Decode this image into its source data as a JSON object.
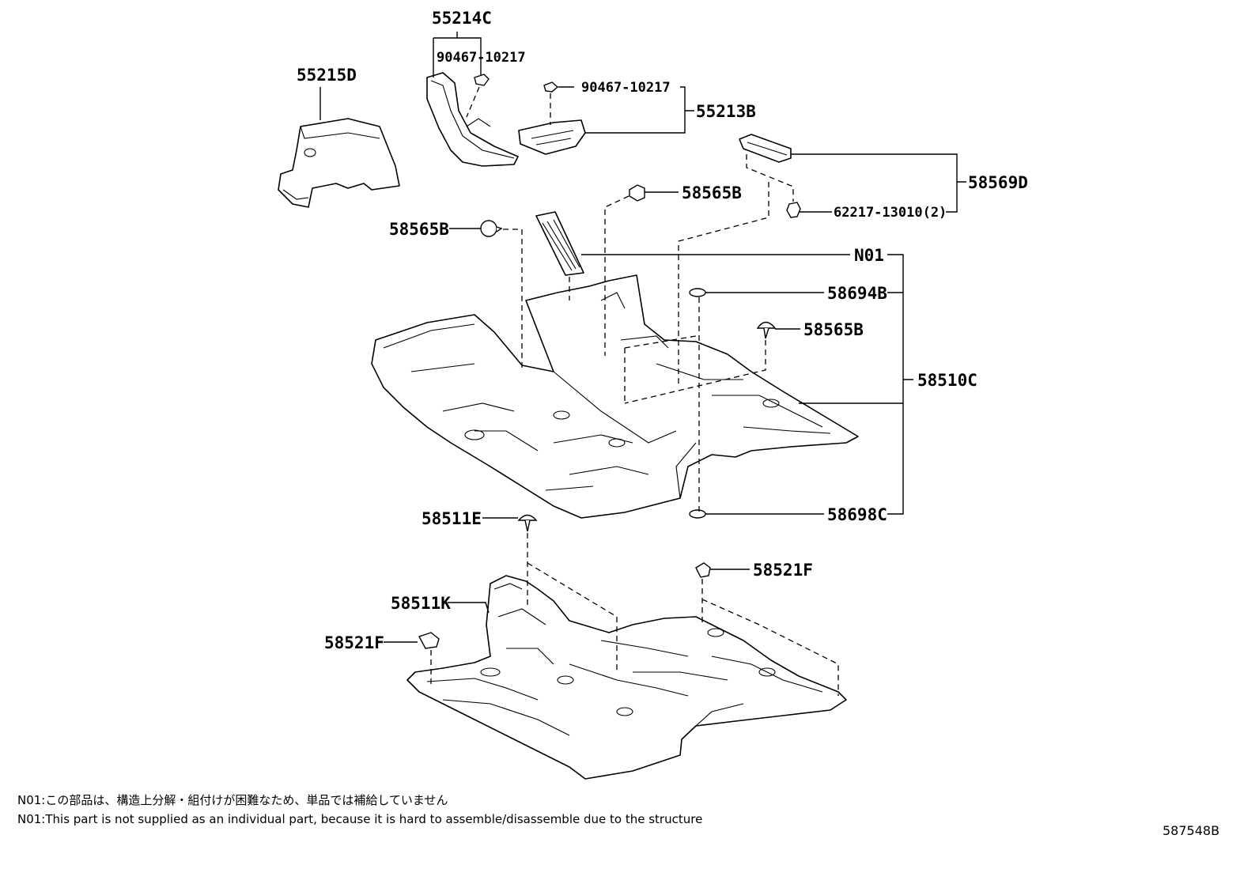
{
  "labels": {
    "p55214C": "55214C",
    "p90467_a": "90467-10217",
    "p55215D": "55215D",
    "p90467_b": "90467-10217",
    "p55213B": "55213B",
    "p58569D": "58569D",
    "p62217": "62217-13010(2)",
    "p58565B_a": "58565B",
    "p58565B_b": "58565B",
    "pN01": "N01",
    "p58694B": "58694B",
    "p58565B_c": "58565B",
    "p58510C": "58510C",
    "p58698C": "58698C",
    "p58511E": "58511E",
    "p58521F_a": "58521F",
    "p58511K": "58511K",
    "p58521F_b": "58521F"
  },
  "notes": {
    "jp": "N01:この部品は、構造上分解・組付けが困難なため、単品では補給していません",
    "en": "N01:This part is not supplied as an individual part, because it is hard to assemble/disassemble due to the structure"
  },
  "figure_id": "587548B"
}
